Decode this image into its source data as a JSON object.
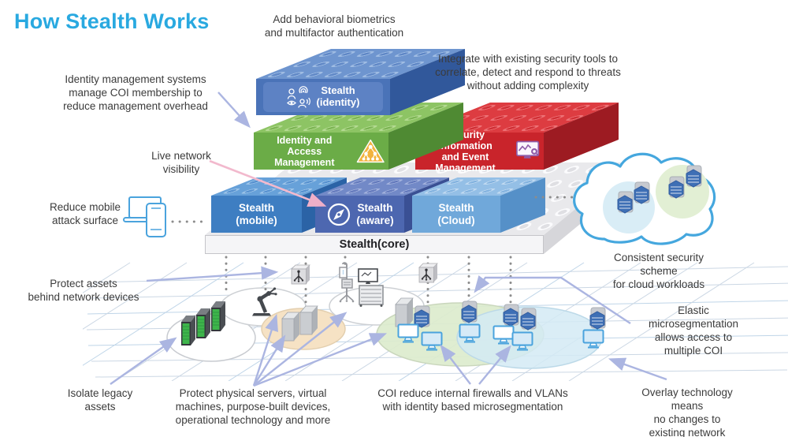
{
  "title": "How Stealth Works",
  "annotations": {
    "biometrics": "Add behavioral biometrics\nand multifactor authentication",
    "integrate": "Integrate with existing security tools to\ncorrelate, detect and respond to threats\nwithout adding complexity",
    "identity_mgmt": "Identity management systems\nmanage COI membership to\nreduce management overhead",
    "live_network": "Live network\nvisibility",
    "reduce_mobile": "Reduce mobile\nattack surface",
    "protect_assets": "Protect assets\nbehind network devices",
    "isolate_legacy": "Isolate legacy\nassets",
    "protect_physical": "Protect physical servers, virtual\nmachines, purpose-built devices,\noperational technology and more",
    "coi_reduce": "COI reduce internal firewalls and VLANs\nwith identity based microsegmentation",
    "overlay": "Overlay technology means\nno changes to existing network",
    "elastic": "Elastic microsegmentation\nallows access to multiple COI",
    "consistent": "Consistent security scheme\nfor cloud workloads"
  },
  "bricks": {
    "identity": {
      "label": "Stealth\n(identity)",
      "color": "#4A73B8"
    },
    "iam": {
      "label": "Identity and\nAccess Management",
      "color": "#6BAC47"
    },
    "siem": {
      "label": "Security Information\nand Event Management",
      "color": "#C9242B"
    },
    "mobile": {
      "label": "Stealth\n(mobile)",
      "color": "#3E7EC2"
    },
    "aware": {
      "label": "Stealth\n(aware)",
      "color": "#4D67B0"
    },
    "cloud": {
      "label": "Stealth\n(Cloud)",
      "color": "#70A8DA"
    },
    "core": {
      "label": "Stealth(core)"
    }
  },
  "icons": {
    "identity_brick": [
      "user-icon",
      "fingerprint-icon",
      "eye-icon",
      "voice-icon"
    ],
    "iam_brick": "warning-triangle-hierarchy-icon",
    "siem_brick": "monitor-chart-magnifier-icon",
    "aware_brick": "compass-icon",
    "mobile_annotation": "laptop-phone-icon",
    "network_device": "network-splitter-icon",
    "cloud_shape": "cloud-icon"
  },
  "colors": {
    "title": "#29A9E0",
    "text": "#3B3B3B",
    "connector": "#ABB5E1",
    "connector_pink": "#F2B9CD",
    "cloud_outline": "#45A7DE",
    "coi_circle_blue": "#D9EDF6",
    "coi_circle_green": "#E2EFD4"
  }
}
